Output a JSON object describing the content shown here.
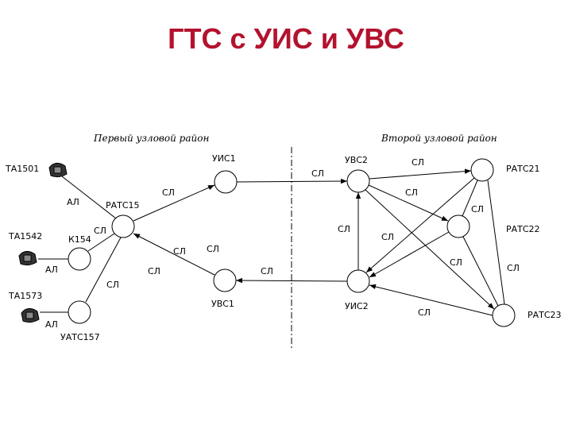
{
  "title": "ГТС с УИС и УВС",
  "regions": [
    "Первый узловой район",
    "Второй узловой район"
  ],
  "nodes": {
    "ratc15": "РАТС15",
    "uis1": "УИС1",
    "uvs1": "УВС1",
    "k154": "К154",
    "uatc157": "УАТС157",
    "uvs2": "УВС2",
    "uis2": "УИС2",
    "ratc21": "РАТС21",
    "ratc22": "РАТС22",
    "ratc23": "РАТС23"
  },
  "phones": [
    "ТА1501",
    "ТА1542",
    "ТА1573"
  ],
  "line_labels": {
    "al": "АЛ",
    "sl": "СЛ"
  }
}
